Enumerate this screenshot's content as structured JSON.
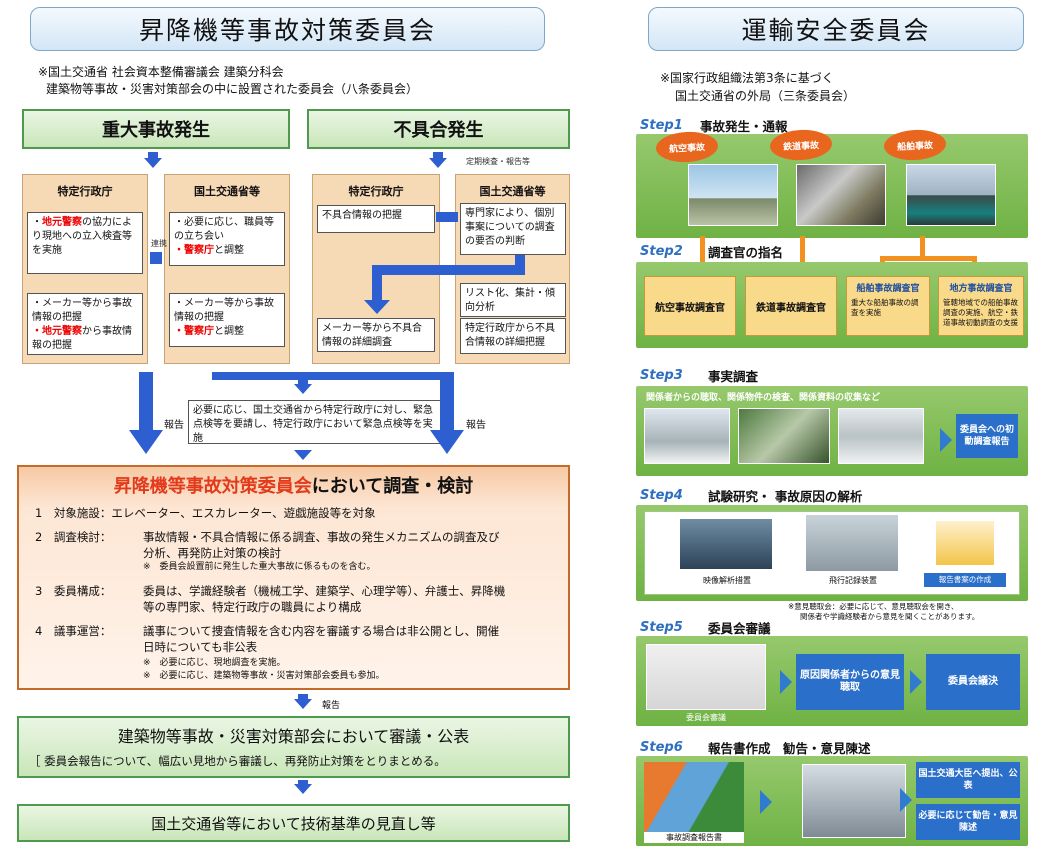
{
  "left": {
    "title": "昇降機等事故対策委員会",
    "note_line1": "※国土交通省 社会資本整備審議会 建築分科会",
    "note_line2": "建築物等事故・災害対策部会の中に設置された委員会（八条委員会）",
    "serious_accident": "重大事故発生",
    "malfunction": "不具合発生",
    "small_report": "定期検査・報告等",
    "col_specific1": "特定行政庁",
    "col_mlit1": "国土交通省等",
    "col_specific2": "特定行政庁",
    "col_mlit2": "国土交通省等",
    "b1_pre": "・",
    "b1_red": "地元警察",
    "b1_post": "の協力により現地への立入検査等を実施",
    "b2_line": "・メーカー等から事故情報の把握",
    "b2_red": "・地元警察",
    "b2_post": "から事故情報の把握",
    "b3_text": "・必要に応じ、職員等の立ち会い",
    "b3_red": "・警察庁",
    "b3_post": "と調整",
    "b4_text": "・メーカー等から事故情報の把握",
    "b4_red": "・警察庁",
    "b4_post": "と調整",
    "b5": "不具合情報の把握",
    "b6": "専門家により、個別事案についての調査の要否の判断",
    "b7": "リスト化、集計・傾向分析",
    "b8": "メーカー等から不具合情報の詳細調査",
    "b9": "特定行政庁から不具合情報の詳細把握",
    "b10": "必要に応じ、国土交通省から特定行政庁に対し、緊急点検等を要請し、特定行政庁において緊急点検等を実施",
    "report1": "報告",
    "report2": "報告",
    "report3": "報告",
    "link": "連携",
    "main_title_red": "昇降機等事故対策委員会",
    "main_title_post": "において調査・検討",
    "item1_label": "1　対象施設：",
    "item1_text": "エレベーター、エスカレーター、遊戯施設等を対象",
    "item2_label": "2　調査検討：",
    "item2_text1": "事故情報・不具合情報に係る調査、事故の発生メカニズムの調査及び",
    "item2_text2": "分析、再発防止対策の検討",
    "item2_note": "※　委員会設置前に発生した重大事故に係るものを含む。",
    "item3_label": "3　委員構成：",
    "item3_text1": "委員は、学識経験者（機械工学、建築学、心理学等）、弁護士、昇降機",
    "item3_text2": "等の専門家、特定行政庁の職員により構成",
    "item4_label": "4　議事運営：",
    "item4_text1": "議事について捜査情報を含む内容を審議する場合は非公開とし、開催",
    "item4_text2": "日時についても非公表",
    "item4_note1": "※　必要に応じ、現地調査を実施。",
    "item4_note2": "※　必要に応じ、建築物等事故・災害対策部会委員も参加。",
    "bottom1_title": "建築物等事故・災害対策部会において審議・公表",
    "bottom1_sub": "委員会報告について、幅広い見地から審議し、再発防止対策をとりまとめる。",
    "bottom2": "国土交通省等において技術基準の見直し等"
  },
  "right": {
    "title": "運輸安全委員会",
    "note_line1": "※国家行政組織法第3条に基づく",
    "note_line2": "国土交通省の外局（三条委員会）",
    "step1_label": "Step1",
    "step1_title": "事故発生・通報",
    "tag_air": "航空事故",
    "tag_rail": "鉄道事故",
    "tag_ship": "船舶事故",
    "step2_label": "Step2",
    "step2_title": "調査官の指名",
    "inv_air": "航空事故調査官",
    "inv_rail": "鉄道事故調査官",
    "inv_ship": "船舶事故調査官",
    "inv_ship_sub": "重大な船舶事故の調査を実施",
    "inv_local": "地方事故調査官",
    "inv_local_sub": "管轄地域での船舶事故調査の実施、航空・鉄道事故初動調査の支援",
    "step3_label": "Step3",
    "step3_title": "事実調査",
    "step3_sub": "関係者からの聴取、関係物件の検査、関係資料の収集など",
    "step3_box": "委員会への初動調査報告",
    "step4_label": "Step4",
    "step4_title": "試験研究・ 事故原因の解析",
    "step4_cap1": "映像解析措置",
    "step4_cap2": "飛行記録装置",
    "step4_cap3": "報告書案の作成",
    "step5_note1": "※意見聴取会：必要に応じて、意見聴取会を開き、",
    "step5_note2": "関係者や学識経験者から意見を聞くことがあります。",
    "step5_label": "Step5",
    "step5_title": "委員会審議",
    "step5_cap": "委員会審議",
    "step5_box1": "原因関係者からの意見聴取",
    "step5_box2": "委員会議決",
    "step6_label": "Step6",
    "step6_title": "報告書作成　勧告・意見陳述",
    "step6_cap": "事故調査報告書",
    "step6_box1": "国土交通大臣へ提出、公表",
    "step6_box2": "必要に応じて勧告・意見陳述"
  },
  "colors": {
    "accent_blue": "#2e5fd0",
    "accent_red": "#e00000",
    "accent_green": "#6fb244",
    "accent_orange": "#f29020"
  }
}
